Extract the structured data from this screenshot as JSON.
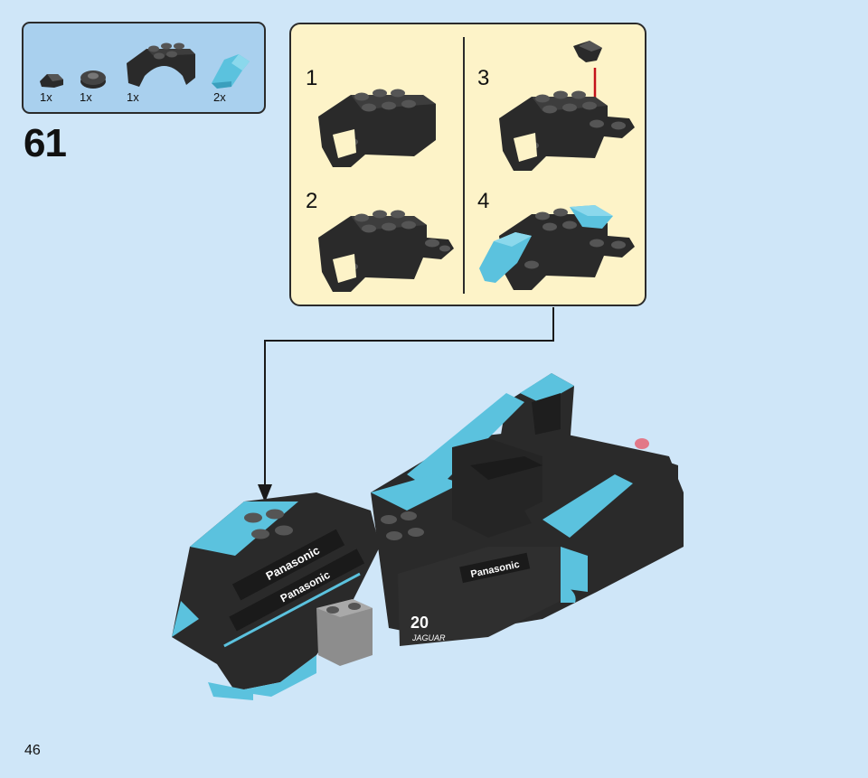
{
  "step": {
    "number": "61"
  },
  "parts": [
    {
      "name": "round plate 1x1 half",
      "qty": "1x"
    },
    {
      "name": "round plate 1x1",
      "qty": "1x"
    },
    {
      "name": "black arch brick",
      "qty": "1x"
    },
    {
      "name": "azure slope",
      "qty": "2x"
    }
  ],
  "substeps": [
    {
      "label": "1"
    },
    {
      "label": "2"
    },
    {
      "label": "3"
    },
    {
      "label": "4"
    }
  ],
  "model_text": {
    "sponsor_top": "Panasonic",
    "sponsor_bottom": "Panasonic",
    "car_number": "20",
    "brand": "JAGUAR",
    "rear_sponsor": "Panasonic"
  },
  "colors": {
    "background": "#cfe6f8",
    "parts_box": "#a9d0ee",
    "sub_box": "#fdf3c8",
    "black_brick": "#2a2a2a",
    "azure": "#5bc2de",
    "arrow": "#c4121a"
  },
  "page": {
    "number": "46"
  }
}
